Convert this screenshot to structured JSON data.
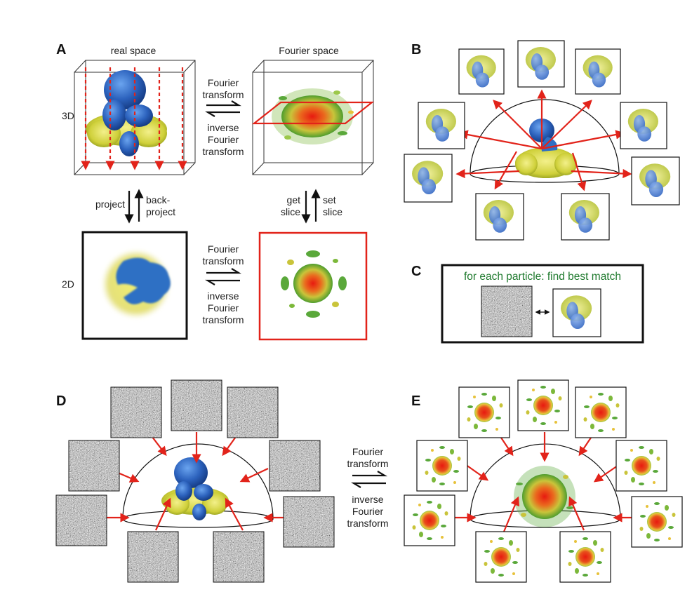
{
  "panels": {
    "A": {
      "letter": "A",
      "real_space": "real space",
      "fourier_space": "Fourier space",
      "row_3d": "3D",
      "row_2d": "2D",
      "top_fwd": [
        "Fourier",
        "transform"
      ],
      "top_inv": [
        "inverse",
        "Fourier",
        "transform"
      ],
      "project": "project",
      "back_project": [
        "back-",
        "project"
      ],
      "get_slice": [
        "get",
        "slice"
      ],
      "set_slice": [
        "set",
        "slice"
      ],
      "bot_fwd": [
        "Fourier",
        "transform"
      ],
      "bot_inv": [
        "inverse",
        "Fourier",
        "transform"
      ]
    },
    "B": {
      "letter": "B"
    },
    "C": {
      "letter": "C",
      "caption": "for each particle: find best match"
    },
    "D": {
      "letter": "D"
    },
    "E": {
      "letter": "E"
    },
    "DE_fwd": [
      "Fourier",
      "transform"
    ],
    "DE_inv": [
      "inverse",
      "Fourier",
      "transform"
    ]
  },
  "colors": {
    "arrow_red": "#e2231a",
    "protein_blue": "#2f6fc4",
    "density_yellow": "#d9d84a",
    "fourier_green": "#5aa83a",
    "fourier_red": "#d8321e",
    "caption_green": "#1f7a2e"
  }
}
